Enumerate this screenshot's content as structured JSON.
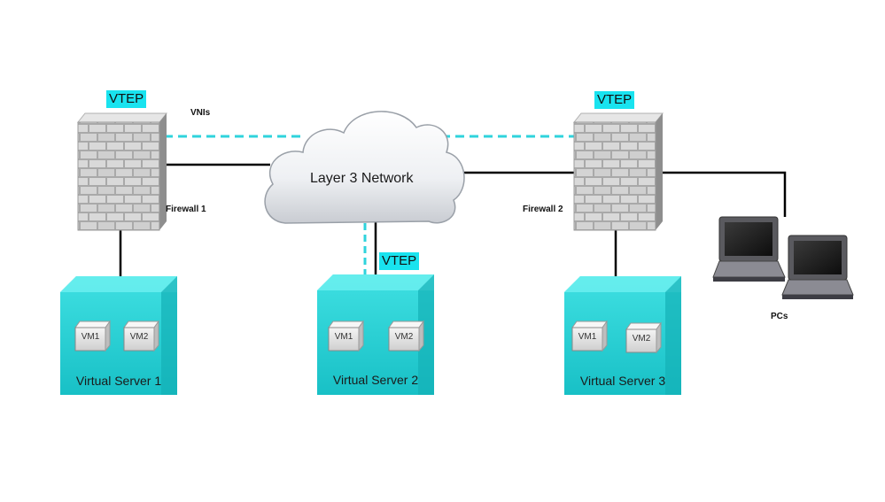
{
  "labels": {
    "vtep": "VTEP",
    "vnis": "VNIs",
    "firewall1": "Firewall 1",
    "firewall2": "Firewall 2",
    "cloud": "Layer 3 Network",
    "pcs": "PCs"
  },
  "servers": [
    {
      "name": "Virtual Server 1",
      "vms": [
        "VM1",
        "VM2"
      ]
    },
    {
      "name": "Virtual Server 2",
      "vms": [
        "VM1",
        "VM2"
      ]
    },
    {
      "name": "Virtual Server 3",
      "vms": [
        "VM1",
        "VM2"
      ]
    }
  ],
  "colors": {
    "vtep_highlight": "#19e3ef",
    "tunnel_line": "#2fd3dc",
    "server_fill": "#22ccd0",
    "link_line": "#000000"
  },
  "icons": [
    "firewall-icon",
    "cloud-icon",
    "laptop-icon",
    "vm-icon"
  ]
}
